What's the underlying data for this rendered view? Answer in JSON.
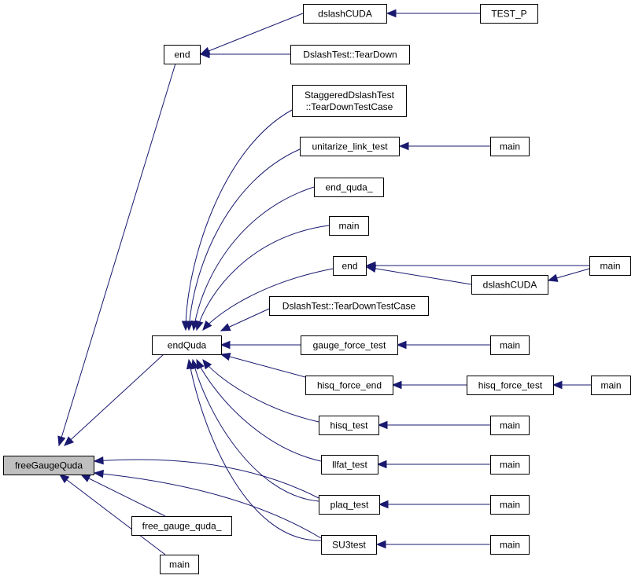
{
  "graph": {
    "colors": {
      "edge": "#191970",
      "root_fill": "#bfbfbf",
      "node_fill": "#ffffff",
      "node_stroke": "#000000"
    },
    "nodes": {
      "n0": {
        "lines": [
          "freeGaugeQuda"
        ]
      },
      "n1": {
        "lines": [
          "end"
        ]
      },
      "n2": {
        "lines": [
          "dslashCUDA"
        ]
      },
      "n3": {
        "lines": [
          "TEST_P"
        ]
      },
      "n4": {
        "lines": [
          "DslashTest::TearDown"
        ]
      },
      "n5": {
        "lines": [
          "endQuda"
        ]
      },
      "n6": {
        "lines": [
          "StaggeredDslashTest",
          "::TearDownTestCase"
        ]
      },
      "n7": {
        "lines": [
          "unitarize_link_test"
        ]
      },
      "n8": {
        "lines": [
          "main"
        ]
      },
      "n9": {
        "lines": [
          "end_quda_"
        ]
      },
      "n10": {
        "lines": [
          "main"
        ]
      },
      "n11": {
        "lines": [
          "end"
        ]
      },
      "n12": {
        "lines": [
          "main"
        ]
      },
      "n13": {
        "lines": [
          "dslashCUDA"
        ]
      },
      "n14": {
        "lines": [
          "DslashTest::TearDownTestCase"
        ]
      },
      "n15": {
        "lines": [
          "gauge_force_test"
        ]
      },
      "n16": {
        "lines": [
          "main"
        ]
      },
      "n17": {
        "lines": [
          "hisq_force_end"
        ]
      },
      "n18": {
        "lines": [
          "hisq_force_test"
        ]
      },
      "n19": {
        "lines": [
          "main"
        ]
      },
      "n20": {
        "lines": [
          "hisq_test"
        ]
      },
      "n21": {
        "lines": [
          "main"
        ]
      },
      "n22": {
        "lines": [
          "llfat_test"
        ]
      },
      "n23": {
        "lines": [
          "main"
        ]
      },
      "n24": {
        "lines": [
          "plaq_test"
        ]
      },
      "n25": {
        "lines": [
          "main"
        ]
      },
      "n26": {
        "lines": [
          "SU3test"
        ]
      },
      "n27": {
        "lines": [
          "main"
        ]
      },
      "n28": {
        "lines": [
          "free_gauge_quda_"
        ]
      },
      "n29": {
        "lines": [
          "main"
        ]
      }
    },
    "edges": [
      {
        "from": "n1",
        "to": "n0"
      },
      {
        "from": "n2",
        "to": "n1"
      },
      {
        "from": "n3",
        "to": "n2"
      },
      {
        "from": "n4",
        "to": "n1"
      },
      {
        "from": "n5",
        "to": "n0"
      },
      {
        "from": "n6",
        "to": "n5"
      },
      {
        "from": "n7",
        "to": "n5"
      },
      {
        "from": "n8",
        "to": "n7"
      },
      {
        "from": "n9",
        "to": "n5"
      },
      {
        "from": "n10",
        "to": "n5"
      },
      {
        "from": "n11",
        "to": "n5"
      },
      {
        "from": "n12",
        "to": "n11"
      },
      {
        "from": "n13",
        "to": "n11"
      },
      {
        "from": "n12",
        "to": "n13"
      },
      {
        "from": "n14",
        "to": "n5"
      },
      {
        "from": "n15",
        "to": "n5"
      },
      {
        "from": "n16",
        "to": "n15"
      },
      {
        "from": "n17",
        "to": "n5"
      },
      {
        "from": "n18",
        "to": "n17"
      },
      {
        "from": "n19",
        "to": "n18"
      },
      {
        "from": "n20",
        "to": "n5"
      },
      {
        "from": "n21",
        "to": "n20"
      },
      {
        "from": "n22",
        "to": "n5"
      },
      {
        "from": "n23",
        "to": "n22"
      },
      {
        "from": "n24",
        "to": "n5"
      },
      {
        "from": "n25",
        "to": "n24"
      },
      {
        "from": "n26",
        "to": "n5"
      },
      {
        "from": "n27",
        "to": "n26"
      },
      {
        "from": "n24",
        "to": "n0"
      },
      {
        "from": "n26",
        "to": "n0"
      },
      {
        "from": "n28",
        "to": "n0"
      },
      {
        "from": "n29",
        "to": "n0"
      }
    ]
  }
}
